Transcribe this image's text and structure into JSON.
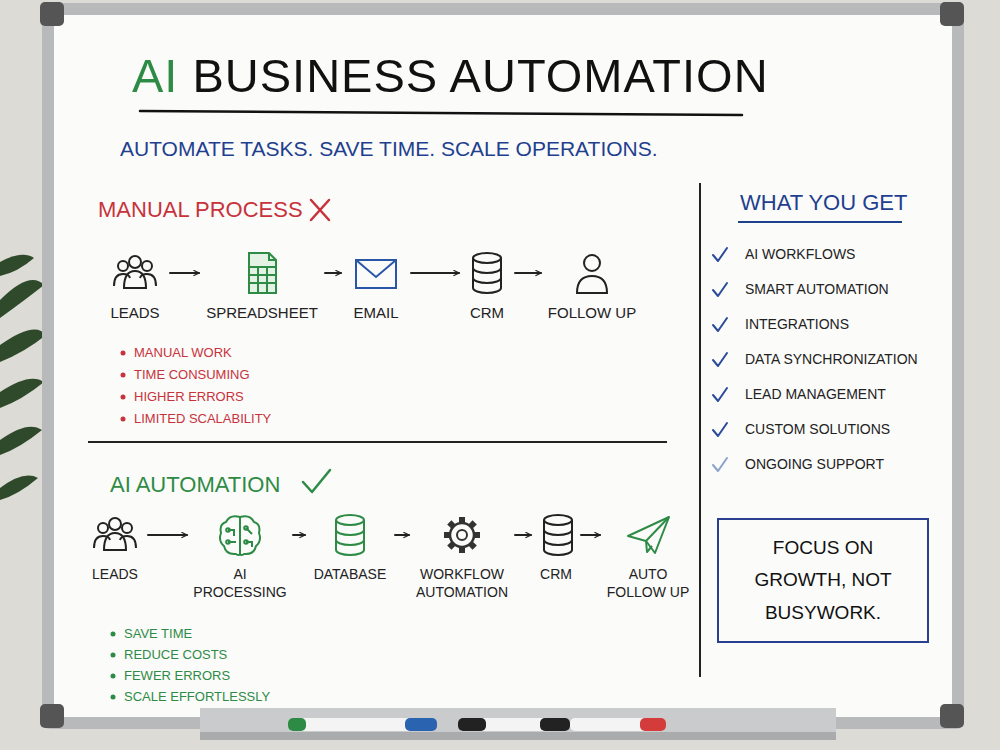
{
  "diagram": {
    "title": "AI BUSINESS AUTOMATION",
    "nodes": [
      {
        "text": [
          "LEADS"
        ]
      },
      {
        "text": [
          "SPREADSHEET"
        ]
      },
      {
        "text": [
          "EMAIL"
        ]
      },
      {
        "text": [
          "CRM"
        ]
      },
      {
        "text": [
          "FOLLOW UP"
        ]
      },
      {
        "text": [
          "LEADS"
        ]
      },
      {
        "text": [
          "AI PROCESSING"
        ]
      },
      {
        "text": [
          "DATABASE"
        ]
      },
      {
        "text": [
          "WORKFLOW AUTOMATION"
        ]
      },
      {
        "text": [
          "CRM"
        ]
      },
      {
        "text": [
          "AUTO FOLLOW UP"
        ]
      },
      {
        "text": [
          "FOCUS ON GROWTH, NOT BUSYWORK."
        ]
      }
    ],
    "edges": [
      {
        "from": 0,
        "to": 1,
        "arrow": "to"
      },
      {
        "from": 1,
        "to": 2,
        "arrow": "to"
      },
      {
        "from": 2,
        "to": 3,
        "arrow": "to"
      },
      {
        "from": 3,
        "to": 4,
        "arrow": "to"
      },
      {
        "from": 5,
        "to": 6,
        "arrow": "to"
      },
      {
        "from": 6,
        "to": 7,
        "arrow": "to"
      },
      {
        "from": 7,
        "to": 8,
        "arrow": "to"
      },
      {
        "from": 8,
        "to": 9,
        "arrow": "to"
      },
      {
        "from": 9,
        "to": 10,
        "arrow": "to"
      }
    ],
    "labels": [
      "AUTOMATE TASKS. SAVE TIME. SCALE OPERATIONS.",
      "MANUAL PROCESS",
      "MANUAL WORK",
      "TIME CONSUMING",
      "HIGHER ERRORS",
      "LIMITED SCALABILITY",
      "AI AUTOMATION",
      "SAVE TIME",
      "REDUCE COSTS",
      "FEWER ERRORS",
      "SCALE EFFORTLESSLY",
      "WHAT YOU GET",
      "AI WORKFLOWS",
      "SMART AUTOMATION",
      "INTEGRATIONS",
      "DATA SYNCHRONIZATION",
      "LEAD MANAGEMENT",
      "CUSTOM SOLUTIONS",
      "ONGOING SUPPORT"
    ]
  }
}
